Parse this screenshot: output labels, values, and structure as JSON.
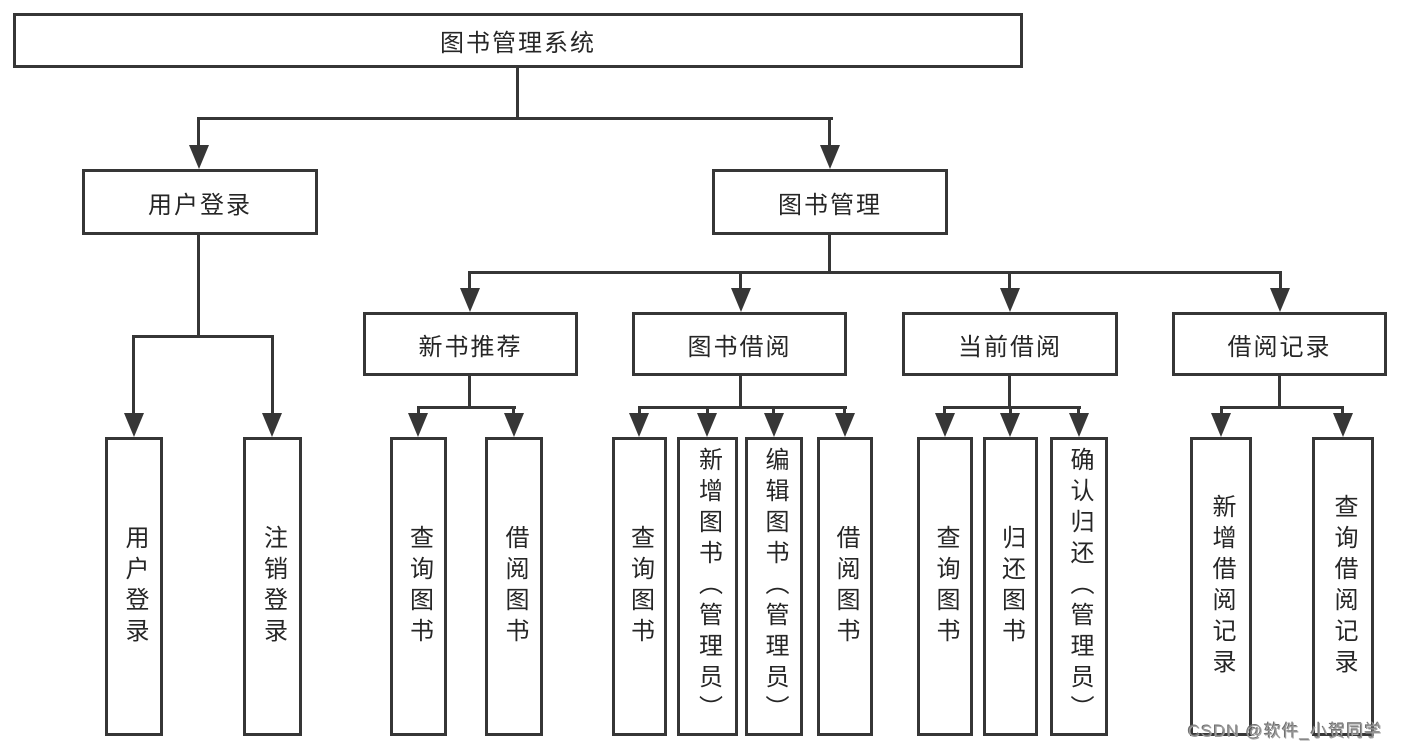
{
  "diagram_type": "hierarchy-tree",
  "colors": {
    "line": "#363636",
    "box_border": "#363636",
    "box_fill": "#ffffff",
    "text": "#262626",
    "watermark": "#9b9b9b",
    "background": "#ffffff"
  },
  "tree": {
    "label": "图书管理系统",
    "children": [
      {
        "label": "用户登录",
        "children": [
          {
            "label": "用户登录"
          },
          {
            "label": "注销登录"
          }
        ]
      },
      {
        "label": "图书管理",
        "children": [
          {
            "label": "新书推荐",
            "children": [
              {
                "label": "查询图书"
              },
              {
                "label": "借阅图书"
              }
            ]
          },
          {
            "label": "图书借阅",
            "children": [
              {
                "label": "查询图书"
              },
              {
                "label": "新增图书（管理员）"
              },
              {
                "label": "编辑图书（管理员）"
              },
              {
                "label": "借阅图书"
              }
            ]
          },
          {
            "label": "当前借阅",
            "children": [
              {
                "label": "查询图书"
              },
              {
                "label": "归还图书"
              },
              {
                "label": "确认归还（管理员）"
              }
            ]
          },
          {
            "label": "借阅记录",
            "children": [
              {
                "label": "新增借阅记录"
              },
              {
                "label": "查询借阅记录"
              }
            ]
          }
        ]
      }
    ]
  },
  "watermark": "CSDN @软件_小贺同学"
}
